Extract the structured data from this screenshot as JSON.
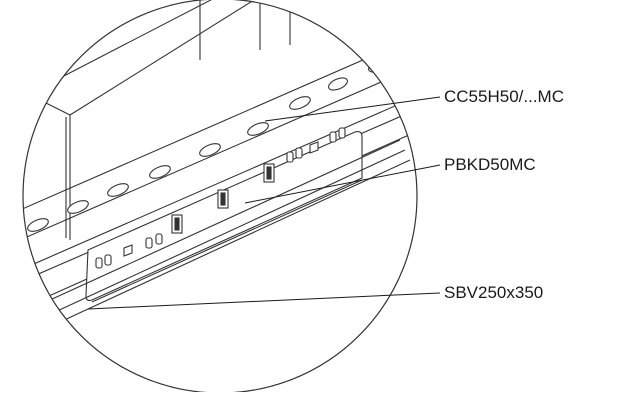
{
  "callouts": [
    {
      "label": "CC55H50/...MC"
    },
    {
      "label": "PBKD50MC"
    },
    {
      "label": "SBV250x350"
    }
  ],
  "colors": {
    "line": "#333333",
    "background": "#ffffff"
  }
}
